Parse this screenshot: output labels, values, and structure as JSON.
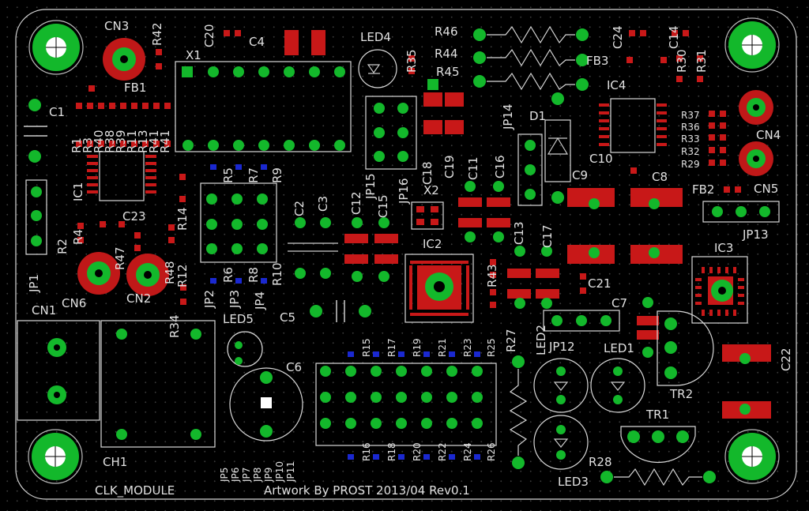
{
  "board": {
    "title": "CLK_MODULE",
    "artwork": "Artwork By PROST 2013/04 Rev0.1",
    "colors": {
      "pad": "#13b82b",
      "smd": "#c81818",
      "bottom_smd": "#1a28d0",
      "silk": "#d8d8d8",
      "background": "#000000"
    }
  },
  "labels": {
    "CN1": "CN1",
    "CN2": "CN2",
    "CN3": "CN3",
    "CN4": "CN4",
    "CN5": "CN5",
    "CN6": "CN6",
    "CH1": "CH1",
    "C1": "C1",
    "C2": "C2",
    "C3": "C3",
    "C4": "C4",
    "C5": "C5",
    "C6": "C6",
    "C7": "C7",
    "C8": "C8",
    "C9": "C9",
    "C10": "C10",
    "C11": "C11",
    "C12": "C12",
    "C13": "C13",
    "C14": "C14",
    "C15": "C15",
    "C16": "C16",
    "C17": "C17",
    "C18": "C18",
    "C19": "C19",
    "C20": "C20",
    "C21": "C21",
    "C22": "C22",
    "C23": "C23",
    "C24": "C24",
    "IC1": "IC1",
    "IC2": "IC2",
    "IC3": "IC3",
    "IC4": "IC4",
    "X1": "X1",
    "X2": "X2",
    "D1": "D1",
    "FB1": "FB1",
    "FB2": "FB2",
    "FB3": "FB3",
    "LED1": "LED1",
    "LED2": "LED2",
    "LED3": "LED3",
    "LED4": "LED4",
    "LED5": "LED5",
    "TR1": "TR1",
    "TR2": "TR2",
    "JP1": "JP1",
    "JP2": "JP2",
    "JP3": "JP3",
    "JP4": "JP4",
    "JP5": "JP5",
    "JP6": "JP6",
    "JP7": "JP7",
    "JP8": "JP8",
    "JP9": "JP9",
    "JP10": "JP10",
    "JP11": "JP11",
    "JP12": "JP12",
    "JP13": "JP13",
    "JP14": "JP14",
    "JP15": "JP15",
    "JP16": "JP16",
    "R1": "R1",
    "R2": "R2",
    "R3": "R3",
    "R4": "R4",
    "R5": "R5",
    "R6": "R6",
    "R7": "R7",
    "R8": "R8",
    "R9": "R9",
    "R10": "R10",
    "R11": "R11",
    "R12": "R12",
    "R13": "R13",
    "R14": "R14",
    "R15": "R15",
    "R16": "R16",
    "R17": "R17",
    "R18": "R18",
    "R19": "R19",
    "R20": "R20",
    "R21": "R21",
    "R22": "R22",
    "R23": "R23",
    "R24": "R24",
    "R25": "R25",
    "R26": "R26",
    "R27": "R27",
    "R28": "R28",
    "R29": "R29",
    "R30": "R30",
    "R31": "R31",
    "R32": "R32",
    "R33": "R33",
    "R34": "R34",
    "R35": "R35",
    "R36": "R36",
    "R37": "R37",
    "R38": "R38",
    "R39": "R39",
    "R40": "R40",
    "R41": "R41",
    "R42": "R42",
    "R43": "R43",
    "R44": "R44",
    "R45": "R45",
    "R46": "R46",
    "R47": "R47",
    "R48": "R48"
  }
}
